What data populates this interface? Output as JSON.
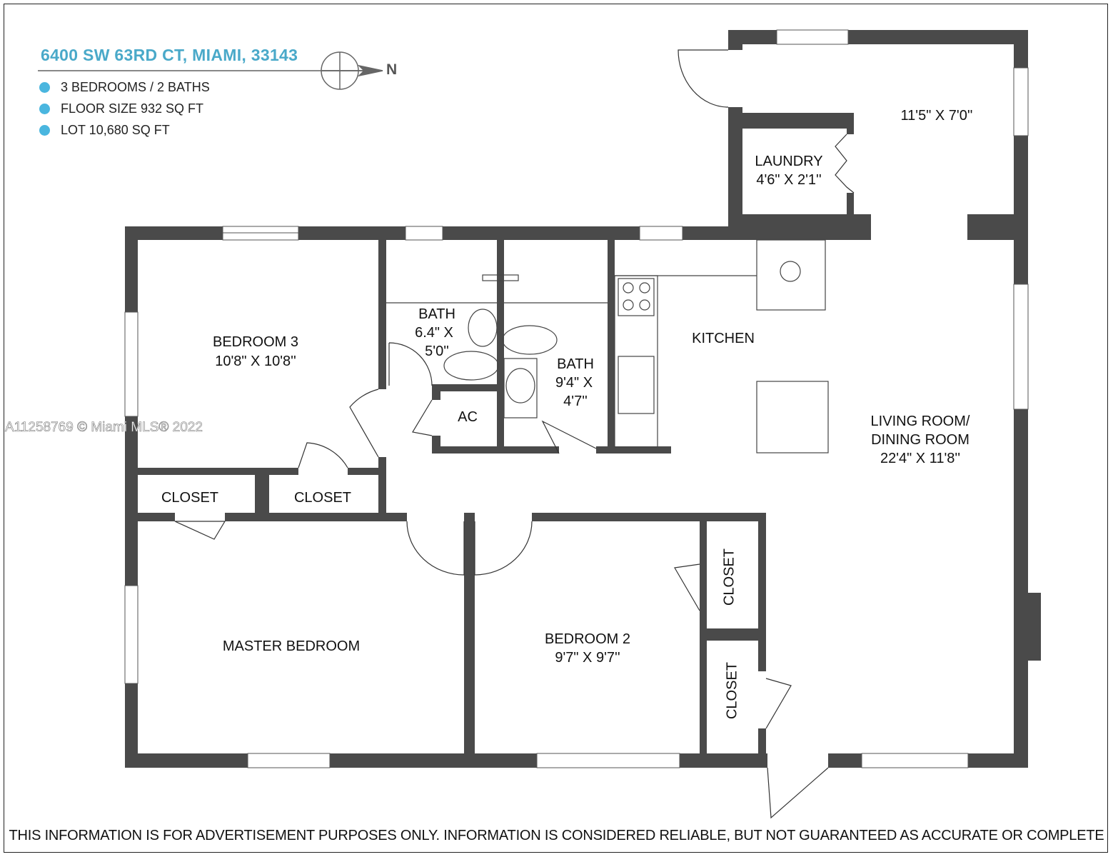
{
  "header": {
    "address": "6400 SW 63RD CT, MIAMI, 33143",
    "north_label": "N",
    "features": [
      "3 BEDROOMS / 2 BATHS",
      "FLOOR SIZE 932 SQ FT",
      "LOT 10,680 SQ FT"
    ]
  },
  "rooms": {
    "porch_dims": "11'5\" X 7'0''",
    "laundry_name": "LAUNDRY",
    "laundry_dims": "4'6\" X 2'1''",
    "bedroom3_name": "BEDROOM 3",
    "bedroom3_dims": "10'8\" X 10'8''",
    "bath1_name": "BATH",
    "bath1_dims1": "6.4\" X",
    "bath1_dims2": "5'0''",
    "bath2_name": "BATH",
    "bath2_dims1": "9'4\" X",
    "bath2_dims2": "4'7''",
    "ac": "AC",
    "kitchen": "KITCHEN",
    "living_name1": "LIVING ROOM/",
    "living_name2": "DINING ROOM",
    "living_dims": "22'4\" X 11'8''",
    "closet": "CLOSET",
    "master": "MASTER BEDROOM",
    "bedroom2_name": "BEDROOM 2",
    "bedroom2_dims": "9'7\" X 9'7''"
  },
  "watermark": "A11258769 © Miami MLS® 2022",
  "disclaimer": "THIS INFORMATION IS FOR ADVERTISEMENT PURPOSES ONLY. INFORMATION IS CONSIDERED RELIABLE, BUT NOT GUARANTEED AS ACCURATE OR COMPLETE",
  "colors": {
    "accent": "#4aa9c9",
    "wall": "#4a4a4a"
  }
}
